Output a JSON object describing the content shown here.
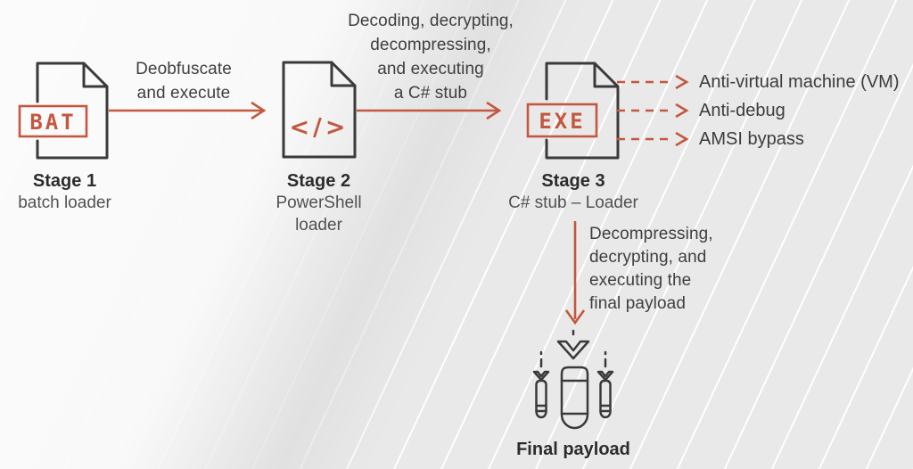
{
  "colors": {
    "accent": "#c4573f",
    "icon_ink": "#3a3a3a",
    "background": "#e9e9e9"
  },
  "stages": [
    {
      "title": "Stage 1",
      "subtitle": "batch loader",
      "badge": "BAT"
    },
    {
      "title": "Stage 2",
      "subtitle": "PowerShell loader",
      "badge": "</>"
    },
    {
      "title": "Stage 3",
      "subtitle": "C# stub – Loader",
      "badge": "EXE"
    }
  ],
  "transitions": {
    "t1": {
      "lines": [
        "Deobfuscate",
        "and execute"
      ]
    },
    "t2": {
      "lines": [
        "Decoding, decrypting,",
        "decompressing,",
        "and executing",
        "a C# stub"
      ]
    },
    "t3": {
      "lines": [
        "Decompressing,",
        "decrypting, and",
        "executing the",
        "final payload"
      ]
    }
  },
  "evasions": [
    "Anti-virtual machine (VM)",
    "Anti-debug",
    "AMSI bypass"
  ],
  "final_payload": {
    "label": "Final payload"
  }
}
